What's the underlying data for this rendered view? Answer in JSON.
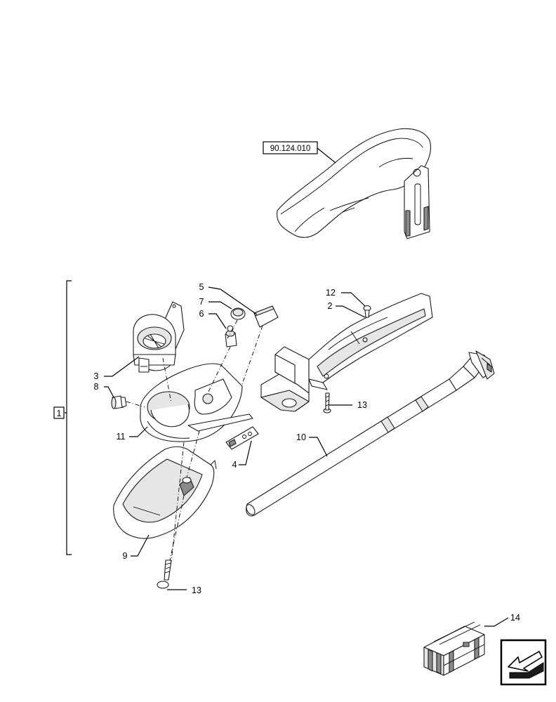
{
  "diagram": {
    "reference_label": "90.124.010",
    "assembly_label": "1",
    "callouts": {
      "c2": "2",
      "c3": "3",
      "c4": "4",
      "c5": "5",
      "c6": "6",
      "c7": "7",
      "c8": "8",
      "c9": "9",
      "c10": "10",
      "c11": "11",
      "c12": "12",
      "c13a": "13",
      "c13b": "13",
      "c14": "14"
    },
    "icons": [
      "armrest-reference-icon",
      "storage-box-icon",
      "navigation-arrow-icon"
    ]
  }
}
